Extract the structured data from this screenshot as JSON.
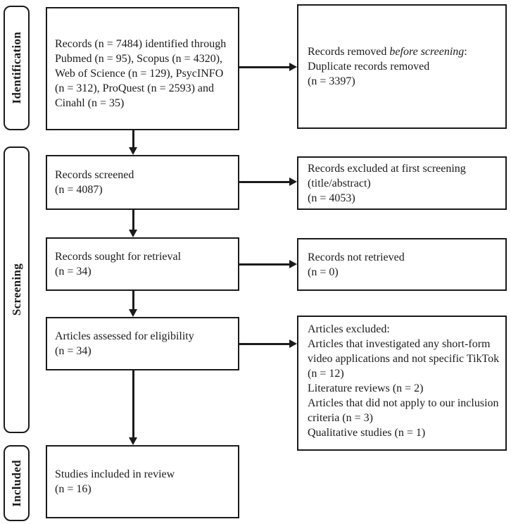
{
  "sidebar": {
    "stages": [
      {
        "label": "Identification"
      },
      {
        "label": "Screening"
      },
      {
        "label": "Included"
      }
    ]
  },
  "boxes": {
    "identified": {
      "text": "Records (n = 7484) identified through Pubmed (n = 95), Scopus (n = 4320), Web of Science (n = 129), PsycINFO (n = 312), ProQuest (n = 2593) and Cinahl (n = 35)"
    },
    "removed_before_screening": {
      "line1_prefix": "Records removed ",
      "line1_italic": "before screening",
      "line1_suffix": ":",
      "line2": "Duplicate records removed",
      "line3": "(n = 3397)"
    },
    "screened": {
      "line1": "Records screened",
      "line2": "(n = 4087)"
    },
    "excluded_first_screening": {
      "line1": "Records excluded at first screening",
      "line2": "(title/abstract)",
      "line3": "(n = 4053)"
    },
    "sought_retrieval": {
      "line1": "Records sought for retrieval",
      "line2": "(n = 34)"
    },
    "not_retrieved": {
      "line1": "Records not retrieved",
      "line2": "(n = 0)"
    },
    "assessed_eligibility": {
      "line1": "Articles assessed for eligibility",
      "line2": "(n = 34)"
    },
    "articles_excluded": {
      "title": "Articles excluded:",
      "reasons": [
        "Articles that investigated any short-form video applications and not specific TikTok (n = 12)",
        "Literature reviews (n = 2)",
        "Articles that did not apply to our inclusion criteria (n = 3)",
        "Qualitative studies (n = 1)"
      ]
    },
    "included_in_review": {
      "line1": "Studies included in review",
      "line2": "(n = 16)"
    }
  },
  "colors": {
    "border": "#1b1b1b",
    "text": "#1b1b1b",
    "background": "#ffffff"
  }
}
